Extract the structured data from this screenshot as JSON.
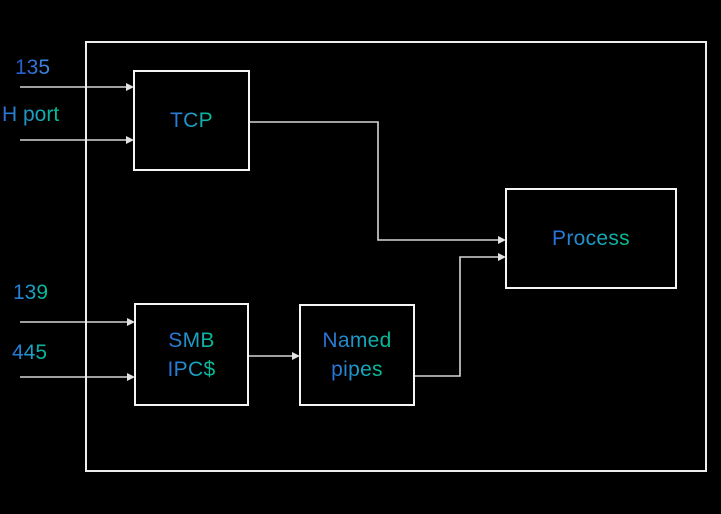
{
  "diagram": {
    "description": "Port-to-process flow diagram on black background",
    "port_labels": {
      "p135": {
        "text": "135"
      },
      "hport": {
        "text": "H port"
      },
      "p139": {
        "text": "139"
      },
      "p445": {
        "text": "445"
      }
    },
    "nodes": {
      "tcp": {
        "label": "TCP"
      },
      "smb": {
        "line1": "SMB",
        "line2": "IPC$"
      },
      "named": {
        "line1": "Named",
        "line2": "pipes"
      },
      "process": {
        "label": "Process"
      }
    },
    "edges": [
      {
        "from": "port 135",
        "to": "TCP"
      },
      {
        "from": "H port",
        "to": "TCP"
      },
      {
        "from": "port 139",
        "to": "SMB IPC$"
      },
      {
        "from": "port 445",
        "to": "SMB IPC$"
      },
      {
        "from": "SMB IPC$",
        "to": "Named pipes"
      },
      {
        "from": "TCP",
        "to": "Process"
      },
      {
        "from": "Named pipes",
        "to": "Process"
      }
    ],
    "colors": {
      "background": "#000000",
      "box_border": "#f5f5f5",
      "outer_border": "#ededed",
      "connector_line": "#d6d6d6",
      "arrowhead": "#e2e2e2",
      "label_gradient_start": "#2c6fdb",
      "label_gradient_end": "#00c18c",
      "label_blue": "#3472dc"
    }
  }
}
